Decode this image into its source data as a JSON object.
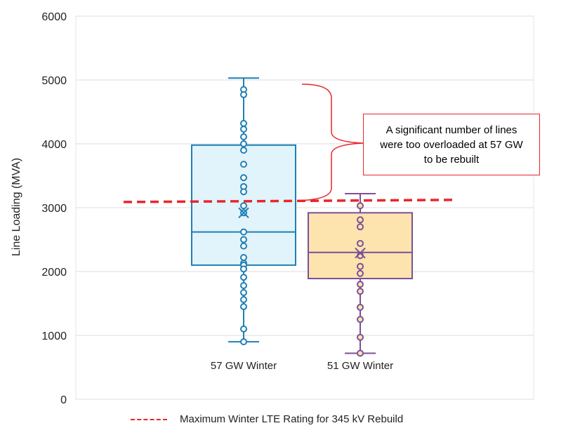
{
  "chart_data": {
    "type": "box",
    "title": "",
    "ylabel": "Line Loading (MVA)",
    "xlabel": "",
    "ylim": [
      0,
      6000
    ],
    "yticks": [
      0,
      1000,
      2000,
      3000,
      4000,
      5000,
      6000
    ],
    "grid": true,
    "categories": [
      "57 GW Winter",
      "51 GW Winter"
    ],
    "series": [
      {
        "name": "57 GW Winter",
        "color": "#1f7fb4",
        "fill": "#e1f3fb",
        "min": 900,
        "q1": 2100,
        "median": 2620,
        "q3": 3980,
        "max": 5030,
        "mean": 2920,
        "points": [
          4850,
          4770,
          4320,
          4230,
          4110,
          4000,
          3900,
          3680,
          3470,
          3330,
          3250,
          3030,
          2920,
          2620,
          2500,
          2400,
          2220,
          2130,
          2100,
          2040,
          1910,
          1780,
          1670,
          1560,
          1450,
          1100,
          900
        ]
      },
      {
        "name": "51 GW Winter",
        "color": "#7a5197",
        "fill": "#fde3ae",
        "min": 720,
        "q1": 1890,
        "median": 2300,
        "q3": 2920,
        "max": 3220,
        "mean": 2290,
        "points": [
          3030,
          2810,
          2700,
          2440,
          2250,
          2080,
          1970,
          1800,
          1690,
          1440,
          1250,
          970,
          720
        ]
      }
    ],
    "reference_line": {
      "label": "Maximum Winter LTE Rating for 345 kV Rebuild",
      "value": 3100,
      "color": "#e8262b",
      "style": "dashed"
    },
    "annotation": "A significant number of lines were too overloaded at 57 GW to be rebuilt",
    "legend_position": "bottom"
  }
}
